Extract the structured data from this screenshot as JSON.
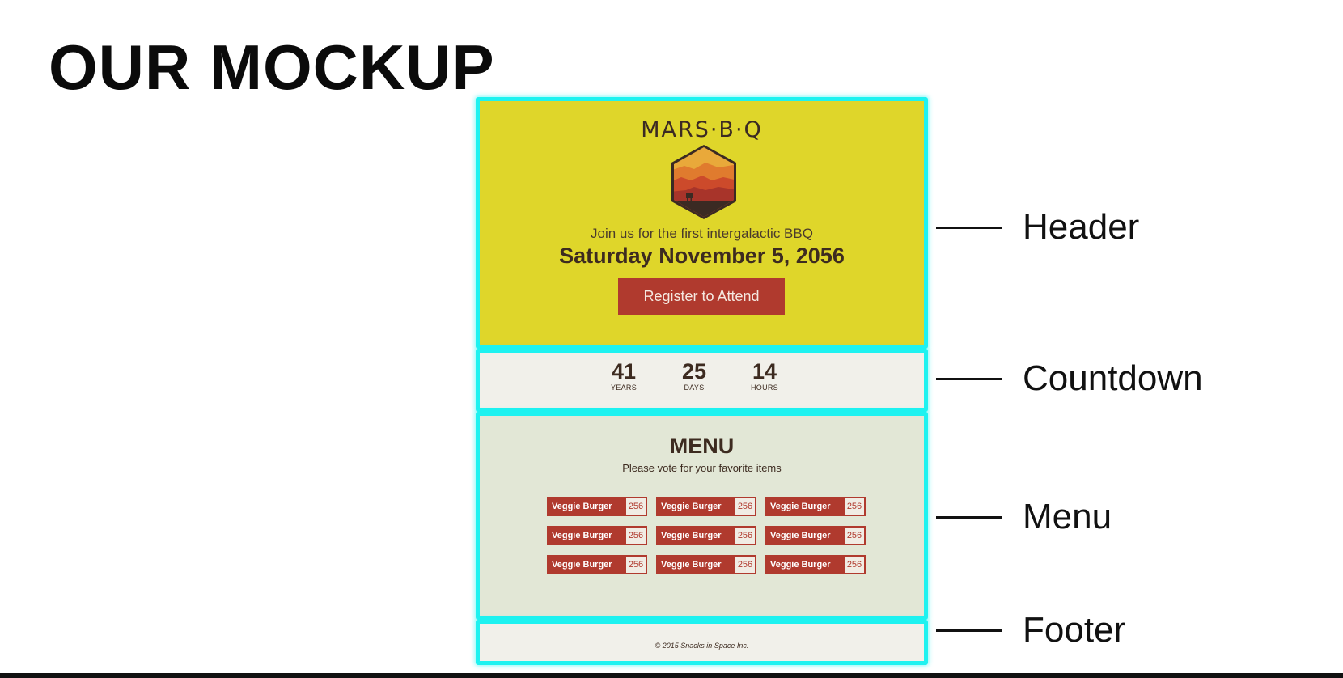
{
  "slide": {
    "title": "OUR MOCKUP"
  },
  "header": {
    "logo_text": "MARS·B·Q",
    "logo_icon": "mars-hexagon-icon",
    "tagline": "Join us for the first intergalactic BBQ",
    "date": "Saturday November 5, 2056",
    "register_label": "Register to Attend"
  },
  "countdown": {
    "items": [
      {
        "value": "41",
        "unit": "YEARS"
      },
      {
        "value": "25",
        "unit": "DAYS"
      },
      {
        "value": "14",
        "unit": "HOURS"
      }
    ]
  },
  "menu": {
    "title": "MENU",
    "subtitle": "Please vote for your favorite items",
    "items": [
      {
        "label": "Veggie Burger",
        "votes": "256"
      },
      {
        "label": "Veggie Burger",
        "votes": "256"
      },
      {
        "label": "Veggie Burger",
        "votes": "256"
      },
      {
        "label": "Veggie Burger",
        "votes": "256"
      },
      {
        "label": "Veggie Burger",
        "votes": "256"
      },
      {
        "label": "Veggie Burger",
        "votes": "256"
      },
      {
        "label": "Veggie Burger",
        "votes": "256"
      },
      {
        "label": "Veggie Burger",
        "votes": "256"
      },
      {
        "label": "Veggie Burger",
        "votes": "256"
      }
    ]
  },
  "footer": {
    "copyright": "© 2015 Snacks in Space Inc."
  },
  "annotations": {
    "header": "Header",
    "countdown": "Countdown",
    "menu": "Menu",
    "footer": "Footer"
  },
  "colors": {
    "header_bg": "#dfd62a",
    "section_outline": "#1ef2f0",
    "brand_red": "#b03a2e",
    "text_brown": "#3d2b20",
    "countdown_bg": "#f1f0ea",
    "menu_bg": "#e2e7d6"
  }
}
